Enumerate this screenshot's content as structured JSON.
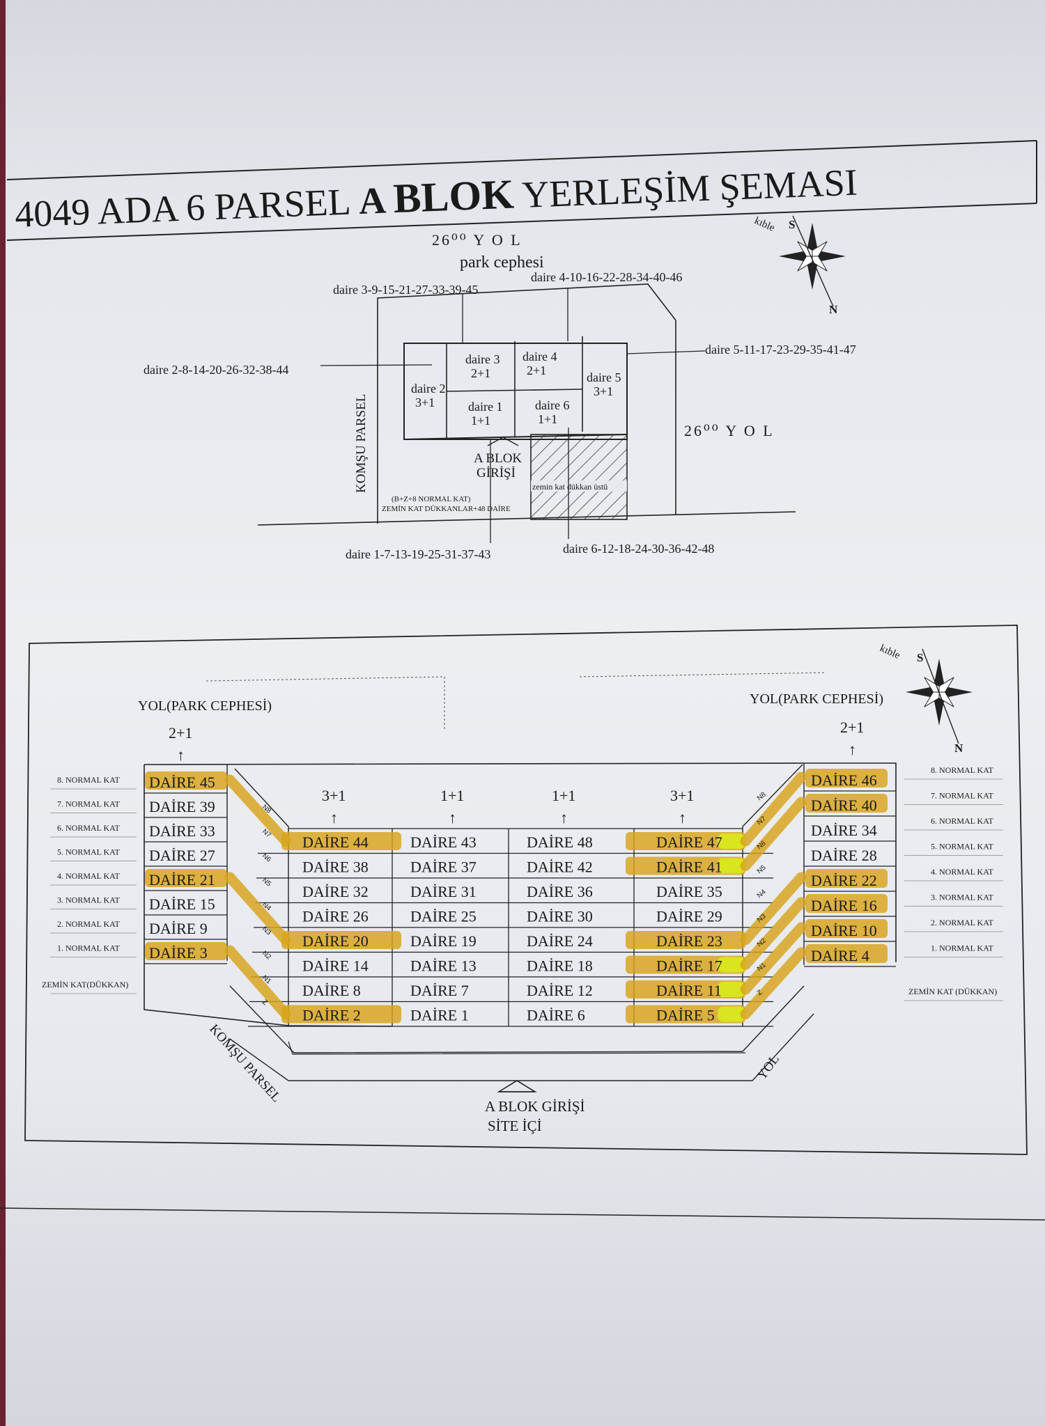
{
  "title": {
    "part1": "4049 ADA 6 PARSEL ",
    "part2": "A ",
    "part3": "BLOK",
    "part4": " YERLEŞİM ŞEMASI"
  },
  "top_plan": {
    "road_top": "26⁰⁰ Y O L",
    "park_cephesi": "park cephesi",
    "road_right": "26⁰⁰ Y O L",
    "komsu_parsel": "KOMŞU PARSEL",
    "kible": "kıble",
    "north": "N",
    "south": "S",
    "label_d3": "daire 3-9-15-21-27-33-39-45",
    "label_d4": "daire 4-10-16-22-28-34-40-46",
    "label_d2": "daire 2-8-14-20-26-32-38-44",
    "label_d5": "daire 5-11-17-23-29-35-41-47",
    "label_d1": "daire 1-7-13-19-25-31-37-43",
    "label_d6": "daire 6-12-18-24-30-36-42-48",
    "units": [
      {
        "name": "daire 3",
        "type": "2+1"
      },
      {
        "name": "daire 4",
        "type": "2+1"
      },
      {
        "name": "daire 2",
        "type": "3+1"
      },
      {
        "name": "daire 5",
        "type": "3+1"
      },
      {
        "name": "daire 1",
        "type": "1+1"
      },
      {
        "name": "daire 6",
        "type": "1+1"
      }
    ],
    "entrance": [
      "A BLOK",
      "GİRİŞİ"
    ],
    "note": [
      "(B+Z+8 NORMAL KAT)",
      "ZEMİN KAT DÜKKANLAR+48 DAİRE"
    ],
    "shop_label": "zemin kat dükkan üstü"
  },
  "bottom_plan": {
    "yol_left": "YOL(PARK CEPHESİ)",
    "yol_right": "YOL(PARK CEPHESİ)",
    "types": [
      "2+1",
      "3+1",
      "1+1",
      "1+1",
      "3+1",
      "2+1"
    ],
    "arrow": "↑",
    "floors_left": [
      "8. NORMAL KAT",
      "7. NORMAL KAT",
      "6. NORMAL KAT",
      "5. NORMAL KAT",
      "4. NORMAL KAT",
      "3. NORMAL KAT",
      "2. NORMAL KAT",
      "1. NORMAL KAT",
      "ZEMİN KAT(DÜKKAN)"
    ],
    "floors_right": [
      "8. NORMAL KAT",
      "7. NORMAL KAT",
      "6. NORMAL KAT",
      "5. NORMAL KAT",
      "4. NORMAL KAT",
      "3. NORMAL KAT",
      "2. NORMAL KAT",
      "1. NORMAL KAT",
      "ZEMİN KAT (DÜKKAN)"
    ],
    "left_col": [
      "DAİRE 45",
      "DAİRE 39",
      "DAİRE 33",
      "DAİRE 27",
      "DAİRE 21",
      "DAİRE 15",
      "DAİRE 9",
      "DAİRE 3"
    ],
    "right_col": [
      "DAİRE 46",
      "DAİRE 40",
      "DAİRE 34",
      "DAİRE 28",
      "DAİRE 22",
      "DAİRE 16",
      "DAİRE 10",
      "DAİRE 4"
    ],
    "grid": [
      [
        "DAİRE 44",
        "DAİRE 43",
        "DAİRE 48",
        "DAİRE 47"
      ],
      [
        "DAİRE 38",
        "DAİRE 37",
        "DAİRE 42",
        "DAİRE 41"
      ],
      [
        "DAİRE 32",
        "DAİRE 31",
        "DAİRE 36",
        "DAİRE 35"
      ],
      [
        "DAİRE 26",
        "DAİRE 25",
        "DAİRE 30",
        "DAİRE 29"
      ],
      [
        "DAİRE 20",
        "DAİRE 19",
        "DAİRE 24",
        "DAİRE 23"
      ],
      [
        "DAİRE 14",
        "DAİRE 13",
        "DAİRE 18",
        "DAİRE 17"
      ],
      [
        "DAİRE 8",
        "DAİRE 7",
        "DAİRE 12",
        "DAİRE 11"
      ],
      [
        "DAİRE 2",
        "DAİRE 1",
        "DAİRE 6",
        "DAİRE 5"
      ]
    ],
    "diag_labels": [
      "N8",
      "N7",
      "N6",
      "N5",
      "N4",
      "N3",
      "N2",
      "N1",
      "Z"
    ],
    "highlighted": [
      "DAİRE 44",
      "DAİRE 20",
      "DAİRE 2",
      "DAİRE 47",
      "DAİRE 41",
      "DAİRE 23",
      "DAİRE 17",
      "DAİRE 11",
      "DAİRE 5",
      "DAİRE 45",
      "DAİRE 21",
      "DAİRE 3",
      "DAİRE 46",
      "DAİRE 40",
      "DAİRE 22",
      "DAİRE 16",
      "DAİRE 10",
      "DAİRE 4"
    ],
    "komsu_parsel": "KOMŞU PARSEL",
    "yol": "YOL",
    "entrance": "A BLOK GİRİŞİ",
    "site": "SİTE İÇİ",
    "kible": "kıble",
    "north": "N",
    "south": "S"
  },
  "colors": {
    "highlight": "#d9a41a",
    "highlight_green": "#d8ee1a",
    "ink": "#1a1a1a"
  }
}
